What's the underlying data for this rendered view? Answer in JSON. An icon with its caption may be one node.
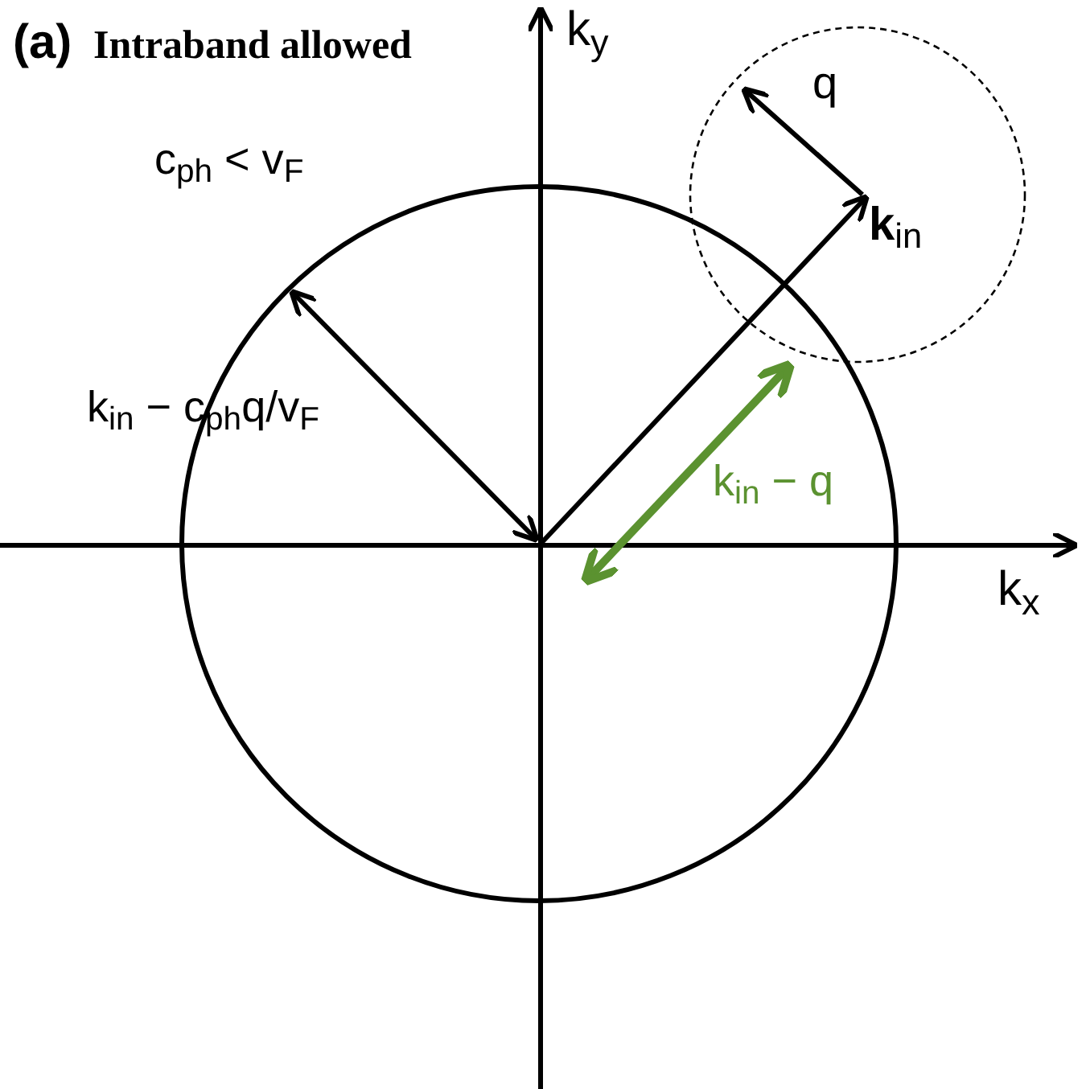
{
  "diagram": {
    "labels": [
      "(a)",
      "Intraband allowed",
      "k$_{y}$",
      "c$_{ph}$ < v$_{F}$",
      "q",
      "**k**$_{in}$",
      "k$_{in}$ − c$_{ph}$q/v$_{F}$",
      "k$_{in}$ − q",
      "k$_{x}$"
    ]
  }
}
